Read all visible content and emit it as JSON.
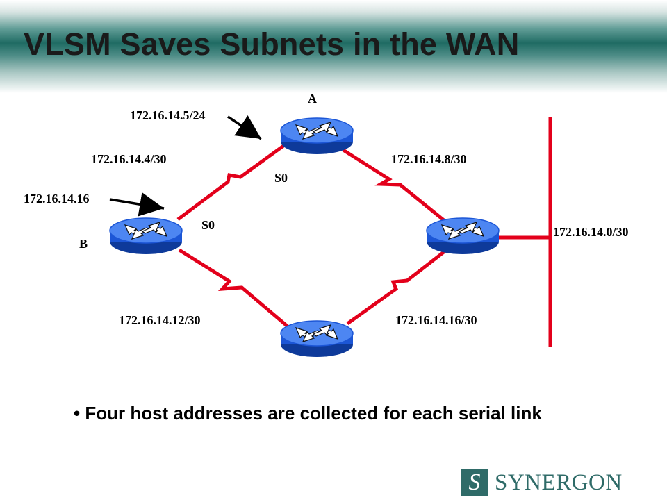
{
  "title": "VLSM Saves Subnets in the WAN",
  "diagram": {
    "router_labels": {
      "a": "A",
      "b": "B"
    },
    "interface_labels": {
      "top": "S0",
      "left": "S0"
    },
    "address_labels": {
      "router_a_interface": "172.16.14.5/24",
      "router_b_interface": "172.16.14.16",
      "link_b_a": "172.16.14.4/30",
      "link_a_right": "172.16.14.8/30",
      "link_b_bottom": "172.16.14.12/30",
      "link_bottom_right": "172.16.14.16/30",
      "lan_right": "172.16.14.0/30"
    },
    "colors": {
      "links": "#e3001b",
      "router_body": "#1c56d6",
      "router_top": "#4d86f2",
      "arrows": "#111111"
    },
    "icons": [
      "router-icon",
      "pointer-arrow-icon"
    ]
  },
  "bullet": {
    "symbol": "•",
    "text": "Four host addresses are collected for each serial link"
  },
  "logo": {
    "mark": "S",
    "text": "SYNERGON"
  }
}
